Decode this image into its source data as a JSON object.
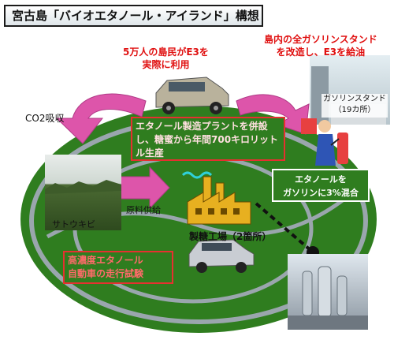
{
  "title": "宮古島「バイオエタノール・アイランド」構想",
  "islanders_note": [
    "5万人の島民がE3を",
    "実際に利用"
  ],
  "stations_note": [
    "島内の全ガソリンスタンド",
    "を改造し、E3を給油"
  ],
  "co2_label": "CO2吸収",
  "plant_note": "エタノール製造プラントを併設し、糖蜜から年間700キロリットル生産",
  "blend_note": [
    "エタノールを",
    "ガソリンに3%混合"
  ],
  "sugarcane_label": "サトウキビ",
  "supply_label": "原料供給",
  "factory_label": "製糖工場（2箇所）",
  "trial_note": [
    "高濃度エタノール",
    "自動車の走行試験"
  ],
  "station_sign": [
    "ガソリンスタンド",
    "（19カ所）"
  ],
  "colors": {
    "island": "#2f7d1f",
    "road": "#9aa6ad",
    "arrow": "#dd55aa",
    "factory": "#e7b020",
    "note_red": "#e01010"
  }
}
